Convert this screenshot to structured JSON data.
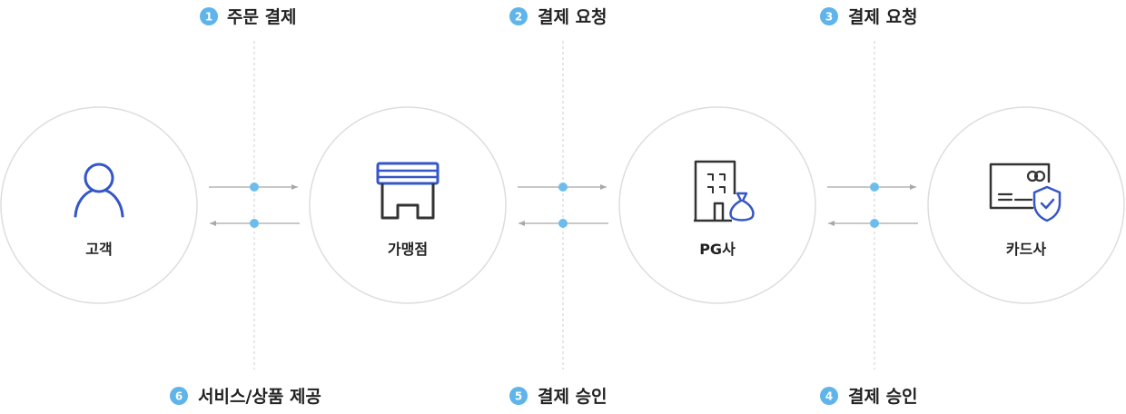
{
  "nodes": [
    {
      "label": "고객",
      "icon": "person-icon"
    },
    {
      "label": "가맹점",
      "icon": "store-icon"
    },
    {
      "label": "PG사",
      "icon": "building-moneybag-icon"
    },
    {
      "label": "카드사",
      "icon": "credit-card-shield-icon"
    }
  ],
  "steps_top": [
    {
      "num": "1",
      "label": "주문 결제"
    },
    {
      "num": "2",
      "label": "결제 요청"
    },
    {
      "num": "3",
      "label": "결제 요청"
    }
  ],
  "steps_bottom": [
    {
      "num": "6",
      "label": "서비스/상품 제공"
    },
    {
      "num": "5",
      "label": "결제 승인"
    },
    {
      "num": "4",
      "label": "결제 승인"
    }
  ],
  "colors": {
    "circle_stroke": "#dddddd",
    "icon_blue": "#3556c8",
    "icon_dark": "#333333",
    "badge": "#5fb4ea",
    "dot": "#6cbdec",
    "arrow": "#a8a8a8",
    "dashed": "#cfcfcf",
    "text": "#222222"
  }
}
